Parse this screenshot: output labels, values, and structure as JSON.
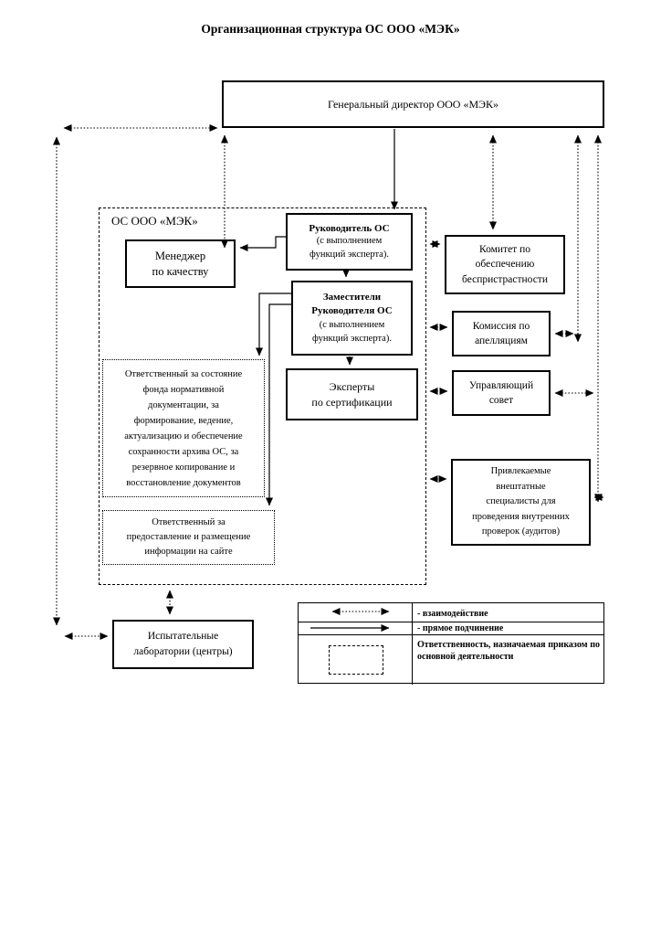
{
  "title": "Организационная структура ОС ООО «МЭК»",
  "nodes": {
    "general_director": {
      "label": "Генеральный директор ООО «МЭК»"
    },
    "os_container": {
      "label": "ОС ООО «МЭК»"
    },
    "quality_manager": {
      "label": "Менеджер\nпо качеству"
    },
    "os_head": {
      "title": "Руководитель ОС",
      "sub": "(с выполнением\nфункций эксперта)."
    },
    "os_deputies": {
      "title": "Заместители\nРуководителя ОС",
      "sub": "(с выполнением\nфункций эксперта)."
    },
    "certification_experts": {
      "label": "Эксперты\nпо сертификации"
    },
    "archive_responsible": {
      "label": "Ответственный за состояние\nфонда нормативной\nдокументации, за\nформирование, ведение,\nактуализацию и обеспечение\nсохранности архива ОС, за\nрезервное копирование и\nвосстановление документов"
    },
    "site_responsible": {
      "label": "Ответственный за\nпредоставление и размещение\nинформации на сайте"
    },
    "impartiality_committee": {
      "label": "Комитет по\nобеспечению\nбеспристрастности"
    },
    "appeals_commission": {
      "label": "Комиссия по\nапелляциям"
    },
    "managing_board": {
      "label": "Управляющий\nсовет"
    },
    "external_specialists": {
      "label": "Привлекаемые\nвнештатные\nспециалисты для\nпроведения внутренних\nпроверок (аудитов)"
    },
    "testing_labs": {
      "label": "Испытательные\nлаборатории (центры)"
    }
  },
  "legend": {
    "interaction": "- взаимодействие",
    "subordination": "- прямое подчинение",
    "responsibility": "Ответственность, назначаемая приказом по основной деятельности"
  },
  "colors": {
    "line": "#000000",
    "background": "#ffffff"
  }
}
